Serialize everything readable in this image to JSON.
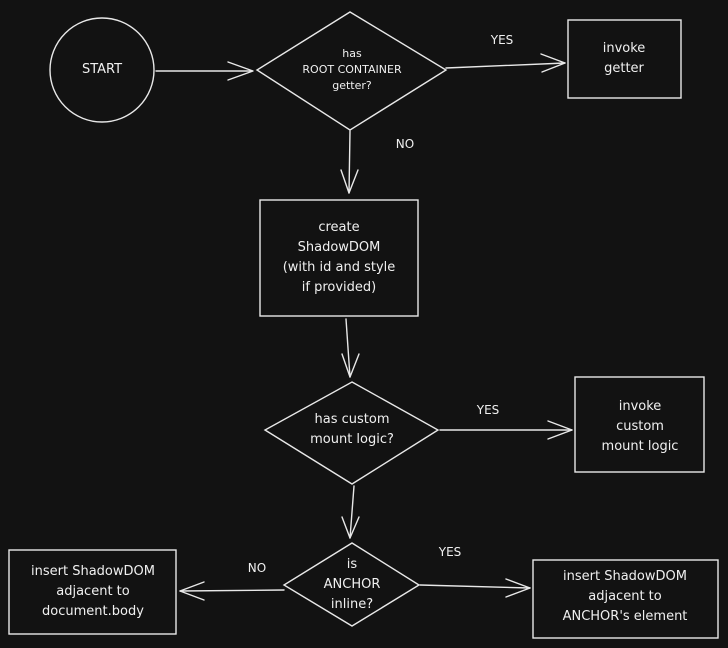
{
  "nodes": {
    "start": {
      "lines": [
        "START"
      ]
    },
    "has_root": {
      "lines": [
        "has",
        "ROOT CONTAINER",
        "getter?"
      ]
    },
    "invoke_getter": {
      "lines": [
        "invoke",
        "getter"
      ]
    },
    "create_shadow": {
      "lines": [
        "create",
        "ShadowDOM",
        "(with id and style",
        "if provided)"
      ]
    },
    "has_custom": {
      "lines": [
        "has custom",
        "mount logic?"
      ]
    },
    "invoke_custom": {
      "lines": [
        "invoke",
        "custom",
        "mount logic"
      ]
    },
    "anchor_inline": {
      "lines": [
        "is",
        "ANCHOR",
        "inline?"
      ]
    },
    "insert_body": {
      "lines": [
        "insert ShadowDOM",
        "adjacent to",
        "document.body"
      ]
    },
    "insert_anchor": {
      "lines": [
        "insert ShadowDOM",
        "adjacent to",
        "ANCHOR's element"
      ]
    }
  },
  "edges": {
    "root_yes": "YES",
    "root_no": "NO",
    "custom_yes": "YES",
    "anchor_no": "NO",
    "anchor_yes": "YES"
  }
}
